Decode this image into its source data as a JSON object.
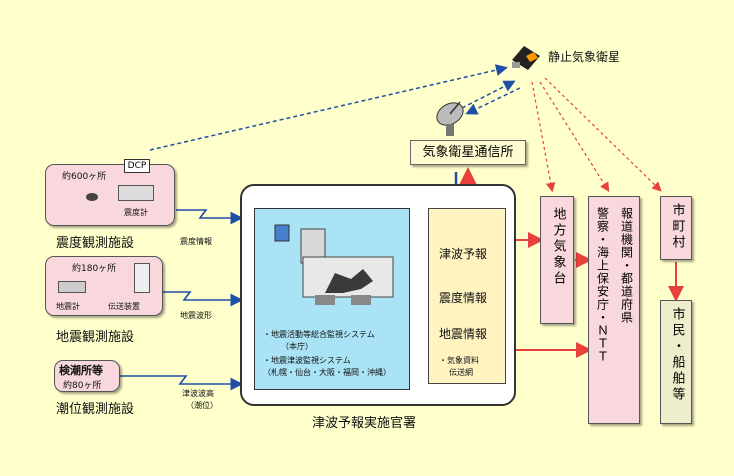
{
  "satellite": {
    "label": "静止気象衛星",
    "icon": "satellite-icon"
  },
  "dish": {
    "icon": "satellite-dish-icon"
  },
  "comm_station": {
    "label": "気象衛星通信所"
  },
  "facilities": {
    "seismic_intensity": {
      "count": "約600ヶ所",
      "dcp": "DCP",
      "meter": "震度計",
      "label": "震度観測施設"
    },
    "seismic": {
      "count": "約180ヶ所",
      "seismometer": "地震計",
      "transmitter": "伝送装置",
      "label": "地震観測施設"
    },
    "tide": {
      "org": "検潮所等",
      "count": "約80ヶ所",
      "label": "潮位観測施設"
    }
  },
  "links": {
    "intensity_info": "震度情報",
    "waveform": "地震波形",
    "tsunami_height": "津波波高",
    "tide_level": "（潮位）"
  },
  "center": {
    "systems": [
      "・地震活動等総合監視システム",
      "（本庁）",
      "・地震津波監視システム",
      "（札幌・仙台・大阪・福岡・沖縄）"
    ],
    "caption": "津波予報実施官署"
  },
  "bulletins": {
    "items": [
      "津波予報",
      "震度情報",
      "地震情報"
    ],
    "network": [
      "・気象資料",
      "伝送網"
    ]
  },
  "recipients": {
    "local_obs": "地方気象台",
    "agencies_col1": "警察・海上保安庁・ＮＴＴ",
    "agencies_col2": "報道機関・都道府県",
    "municipality": "市町村",
    "citizens": "市民・船舶等"
  }
}
